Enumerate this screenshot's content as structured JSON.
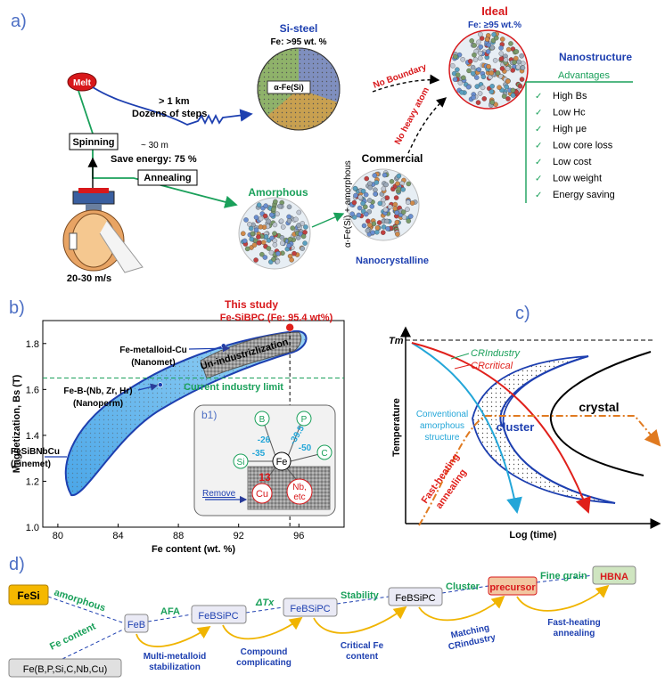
{
  "panel_a": {
    "label": "a)",
    "melt": "Melt",
    "route_long": "> 1 km",
    "route_steps": "Dozens of steps",
    "si_steel_title": "Si-steel",
    "si_steel_fe": "Fe: >95 wt. %",
    "si_steel_phase": "α-Fe(Si)",
    "spinning": "Spinning",
    "route_short": "~ 30 m",
    "save_energy": "Save energy: 75 %",
    "annealing": "Annealing",
    "speed": "20-30 m/s",
    "amorphous": "Amorphous",
    "commercial": "Commercial",
    "nano_phase": "α-Fe(Si) + amorphous",
    "nanocrystalline": "Nanocrystalline",
    "no_boundary": "No Boundary",
    "no_heavy_atom": "No heavy atom",
    "ideal": "Ideal",
    "ideal_fe": "Fe: ≥95 wt.%",
    "nanostructure": "Nanostructure",
    "advantages_title": "Advantages",
    "advantages": [
      "High Bs",
      "Low Hc",
      "High μe",
      "Low core loss",
      "Low cost",
      "Low weight",
      "Energy saving"
    ],
    "check_mark": "✓"
  },
  "panel_b": {
    "label": "b)",
    "this_study": "This study",
    "this_study_alloy": "Fe-SiBPC (Fe: 95.4 wt%)",
    "fe_metalloid_cu": "Fe-metalloid-Cu",
    "nanomet": "(Nanomet)",
    "un_industrialization": "Un-industrizlization",
    "fe_b_nb": "Fe-B-(Nb, Zr, Hr)",
    "nanoperm": "(Nanoperm)",
    "industry_limit": "Current industry limit",
    "fesibnbcu": "FeSiBNbCu",
    "finemet": "(Finemet)",
    "inset_label": "b1)",
    "remove": "Remove",
    "elements": {
      "b": "B",
      "p": "P",
      "si": "Si",
      "c": "C",
      "fe": "Fe",
      "cu": "Cu",
      "nb": "Nb,",
      "etc": "etc"
    },
    "bonds": {
      "b": "-26",
      "p": "-39.5",
      "si": "-35",
      "c": "-50",
      "cu": "13"
    }
  },
  "chart_data": {
    "type": "scatter",
    "xlabel": "Fe content (wt. %)",
    "ylabel": "Magnetization, Bs (T)",
    "xlim": [
      79,
      99
    ],
    "ylim": [
      1.0,
      1.9
    ],
    "x_ticks": [
      "80",
      "84",
      "88",
      "92",
      "96"
    ],
    "y_ticks": [
      "1.0",
      "1.2",
      "1.4",
      "1.6",
      "1.8"
    ],
    "industry_limit_y": 1.65,
    "this_study_x": 95.4,
    "series": [
      {
        "name": "This study",
        "x": [
          95.4
        ],
        "y": [
          1.87
        ]
      },
      {
        "name": "Fe-metalloid-Cu (Nanomet)",
        "x": [
          91.0
        ],
        "y": [
          1.79
        ]
      },
      {
        "name": "Fe-B-(Nb, Zr, Hr) (Nanoperm)",
        "x": [
          86.8
        ],
        "y": [
          1.62
        ]
      }
    ]
  },
  "panel_c": {
    "label": "c)",
    "tm": "Tm",
    "cr_industry": "CRIndustry",
    "cr_critical": "CRcritical",
    "conventional": [
      "Conventional",
      "amorphous",
      "structure"
    ],
    "cluster": "cluster",
    "crystal": "crystal",
    "fast_heating": [
      "Fast-heating",
      "annealing"
    ],
    "ylabel": "Temperature",
    "xlabel": "Log (time)"
  },
  "panel_d": {
    "label": "d)",
    "fesi": "FeSi",
    "amorphous": "amorphous",
    "fe_content": "Fe content",
    "febox": "FeB",
    "afa": "AFA",
    "febsipc_1": "FeBSiPC",
    "delta_tx": "ΔTx",
    "febsipc_2": "FeBSiPC",
    "stability": "Stability",
    "febsipc_3": "FeBSiPC",
    "cluster": "Cluster",
    "precursor": "precursor",
    "fine_grain": "Fine grain",
    "hbna": "HBNA",
    "base_alloy": "Fe(B,P,Si,C,Nb,Cu)",
    "steps": [
      [
        "Multi-metalloid",
        "stabilization"
      ],
      [
        "Compound",
        "complicating"
      ],
      [
        "Critical Fe",
        "content"
      ],
      [
        "Matching",
        "CRindustry"
      ],
      [
        "Fast-heating",
        "annealing"
      ]
    ]
  }
}
